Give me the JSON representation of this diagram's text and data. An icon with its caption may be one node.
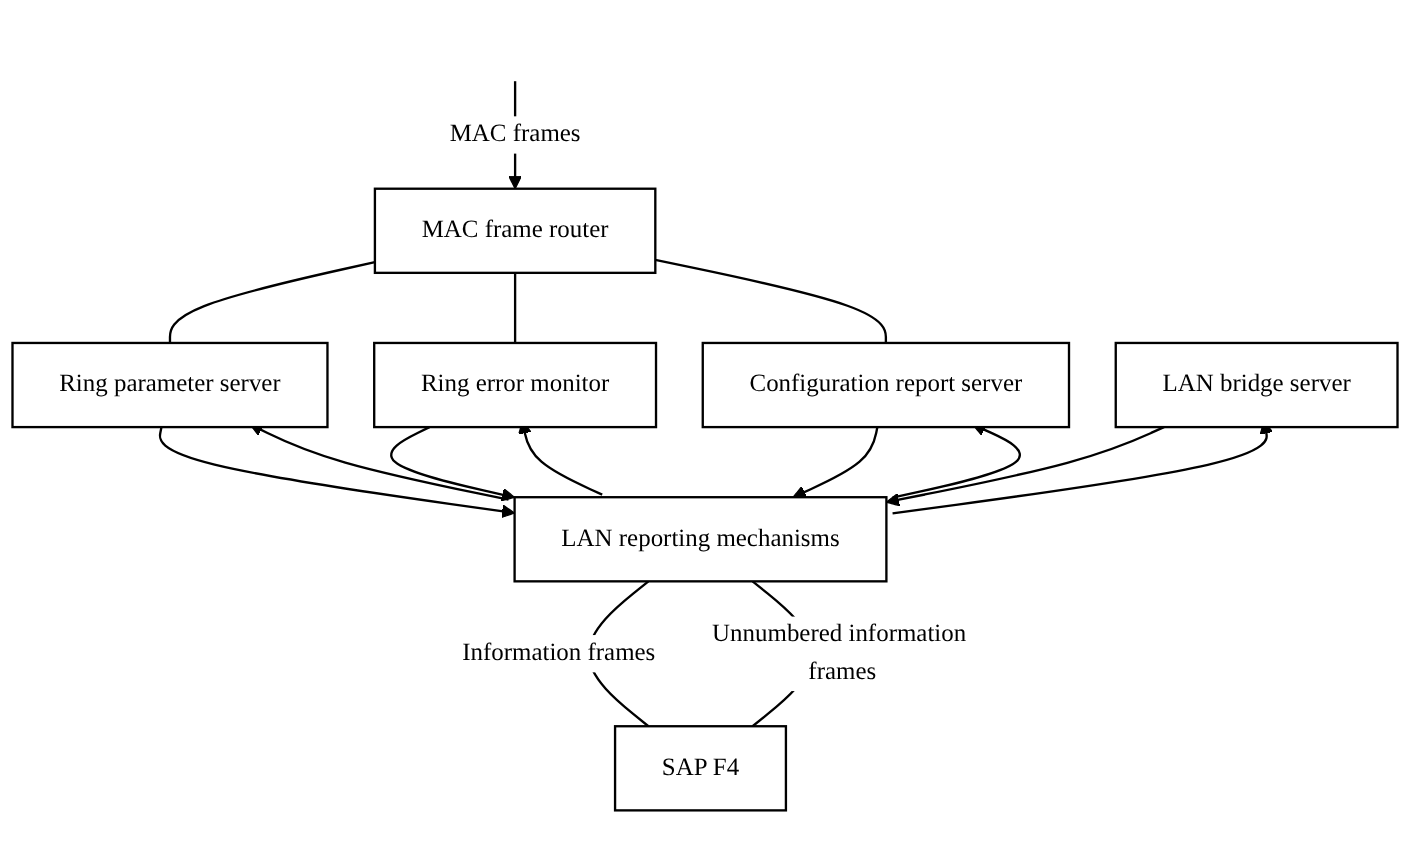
{
  "diagram": {
    "nodes": [
      {
        "text": [
          "MAC frame router"
        ]
      },
      {
        "text": [
          "Ring parameter server"
        ]
      },
      {
        "text": [
          "Ring error monitor"
        ]
      },
      {
        "text": [
          "Configuration report server"
        ]
      },
      {
        "text": [
          "LAN bridge server"
        ]
      },
      {
        "text": [
          "LAN reporting mechanisms"
        ]
      },
      {
        "text": [
          "SAP F4"
        ]
      }
    ],
    "edges": [
      {
        "from": null,
        "to": 0,
        "arrow": "to",
        "label": "MAC frames"
      },
      {
        "from": 0,
        "to": 1,
        "arrow": "none"
      },
      {
        "from": 0,
        "to": 2,
        "arrow": "none"
      },
      {
        "from": 0,
        "to": 3,
        "arrow": "none"
      },
      {
        "from": 5,
        "to": 1,
        "arrow": "to"
      },
      {
        "from": 1,
        "to": 5,
        "arrow": "to"
      },
      {
        "from": 5,
        "to": 2,
        "arrow": "to"
      },
      {
        "from": 2,
        "to": 5,
        "arrow": "to"
      },
      {
        "from": 5,
        "to": 3,
        "arrow": "to"
      },
      {
        "from": 3,
        "to": 5,
        "arrow": "to"
      },
      {
        "from": 5,
        "to": 4,
        "arrow": "to"
      },
      {
        "from": 4,
        "to": 5,
        "arrow": "to"
      },
      {
        "from": 5,
        "to": 6,
        "arrow": "none",
        "label": "Information frames"
      },
      {
        "from": 5,
        "to": 6,
        "arrow": "none",
        "label": "Unnumbered information frames"
      }
    ]
  }
}
